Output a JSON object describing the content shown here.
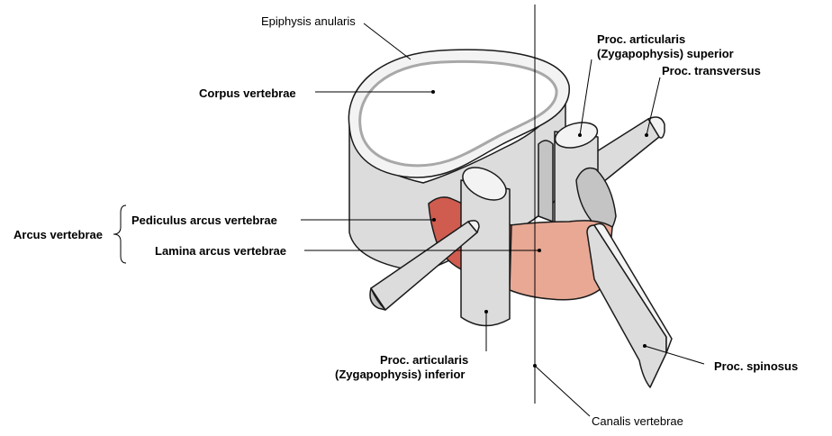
{
  "colors": {
    "bone_top": "#f3f3f3",
    "bone_side": "#dcdcdc",
    "bone_dark": "#c4c4c4",
    "pedicle": "#cf5c4e",
    "lamina": "#e8a894",
    "outline": "#1a1a1a",
    "background": "#ffffff"
  },
  "labels": {
    "epiphysis": "Epiphysis anularis",
    "corpus": "Corpus vertebrae",
    "arcus": "Arcus vertebrae",
    "pediculus": "Pediculus arcus vertebrae",
    "lamina": "Lamina arcus vertebrae",
    "proc_art_sup_1": "Proc. articularis",
    "proc_art_sup_2": "(Zygapophysis) superior",
    "proc_transversus": "Proc. transversus",
    "proc_art_inf_1": "Proc. articularis",
    "proc_art_inf_2": "(Zygapophysis) inferior",
    "proc_spinosus": "Proc. spinosus",
    "canalis": "Canalis vertebrae"
  },
  "icons": {
    "brace": "left-curly-brace"
  }
}
